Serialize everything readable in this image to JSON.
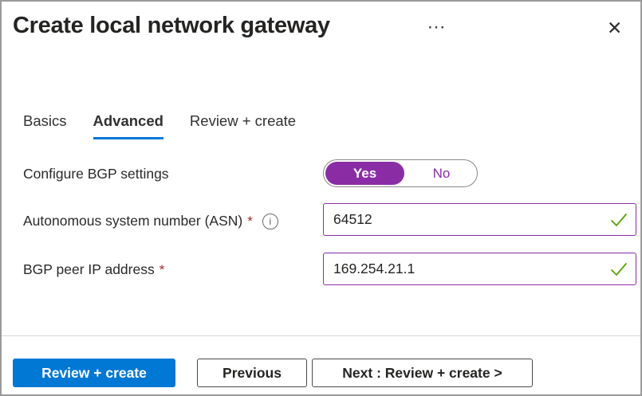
{
  "header": {
    "title": "Create local network gateway",
    "ellipsis_glyph": "···",
    "close_glyph": "✕"
  },
  "tabs": {
    "items": [
      {
        "label": "Basics"
      },
      {
        "label": "Advanced"
      },
      {
        "label": "Review + create"
      }
    ],
    "active": "Advanced"
  },
  "form": {
    "bgp_settings": {
      "label": "Configure BGP settings",
      "options": [
        "Yes",
        "No"
      ],
      "selected": "Yes"
    },
    "asn": {
      "label": "Autonomous system number (ASN)",
      "required_marker": "*",
      "info_glyph": "i",
      "value": "64512",
      "validation": "valid"
    },
    "bgp_peer_ip": {
      "label": "BGP peer IP address",
      "required_marker": "*",
      "value": "169.254.21.1",
      "validation": "valid"
    }
  },
  "footer": {
    "review_create_label": "Review + create",
    "previous_label": "Previous",
    "next_label": "Next : Review + create >"
  },
  "colors": {
    "accent_blue": "#0078d4",
    "toggle_purple": "#8a2da5",
    "valid_green": "#57a300",
    "required_red": "#a4262c"
  }
}
